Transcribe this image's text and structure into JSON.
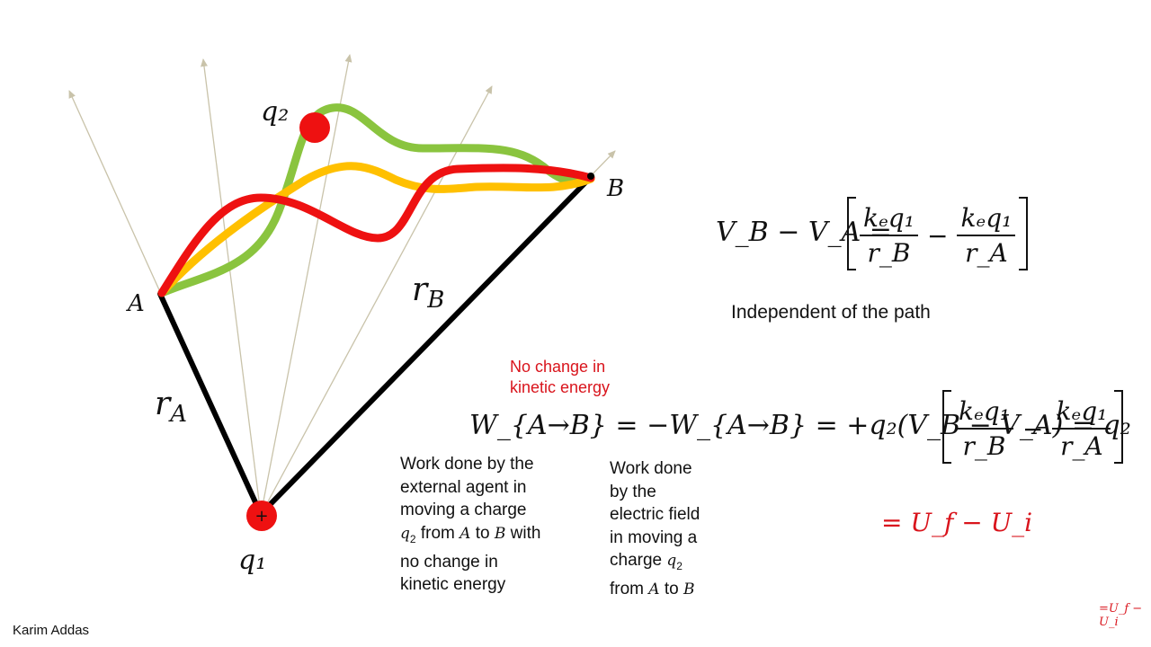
{
  "diagram": {
    "labels": {
      "q2": "q₂",
      "q1": "q₁",
      "A": "A",
      "B": "B",
      "rA": "r",
      "rA_sub": "A",
      "rB": "r",
      "rB_sub": "B",
      "plus": "+"
    },
    "colors": {
      "path_green": "#8ac43f",
      "path_yellow": "#ffc000",
      "path_red": "#ee1111",
      "radius_line": "#000000",
      "field_lines": "#c9c3aa",
      "charge": "#ee1111"
    }
  },
  "equations": {
    "potential_lhs": "V_B − V_A =",
    "ke_q1": "kₑq₁",
    "r_B": "r_B",
    "r_A": "r_A",
    "work": "W_{A→B} = −W_{A→B} = +q₂(V_B − V_A) = q₂",
    "energy": "= U_f − U_i"
  },
  "text": {
    "path_note": "Independent of the path",
    "ke_note_line1": "No change in",
    "ke_note_line2": "kinetic energy",
    "ext_l1": "Work done by the",
    "ext_l2": "external agent in",
    "ext_l3": "moving a charge",
    "ext_l4a": "from",
    "ext_l4b": "to",
    "ext_l4c": "with",
    "ext_l5": "no change in",
    "ext_l6": "kinetic energy",
    "field_l1": "Work done",
    "field_l2": "by the",
    "field_l3": "electric field",
    "field_l4": "in moving a",
    "field_l5": "charge",
    "field_l6a": "from",
    "field_l6b": "to",
    "var_q": "q",
    "var_q_sub": "2",
    "var_A": "A",
    "var_B": "B",
    "author": "Karim Addas",
    "thumb": "=U_f − U_i"
  }
}
